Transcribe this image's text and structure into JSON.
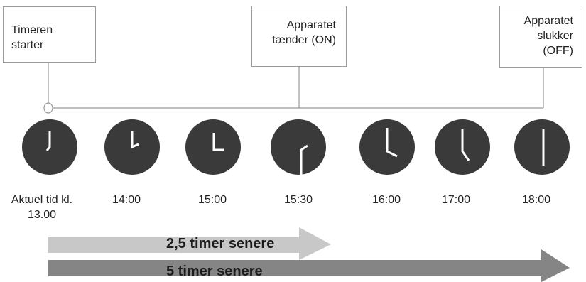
{
  "callouts": {
    "start": [
      "Timeren",
      "starter"
    ],
    "on": [
      "Apparatet",
      "tænder (ON)"
    ],
    "off": [
      "Apparatet",
      "slukker",
      "(OFF)"
    ]
  },
  "times": {
    "t0": [
      "Aktuel tid kl.",
      "13.00"
    ],
    "t1": "14:00",
    "t2": "15:00",
    "t3": "15:30",
    "t4": "16:00",
    "t5": "17:00",
    "t6": "18:00"
  },
  "arrows": {
    "short_label": "2,5 timer senere",
    "long_label": "5 timer senere"
  },
  "colors": {
    "clock_face": "#3a3a3a",
    "arrow_short": "#c8c8c8",
    "arrow_long": "#858585",
    "line": "#9a9a9a"
  }
}
